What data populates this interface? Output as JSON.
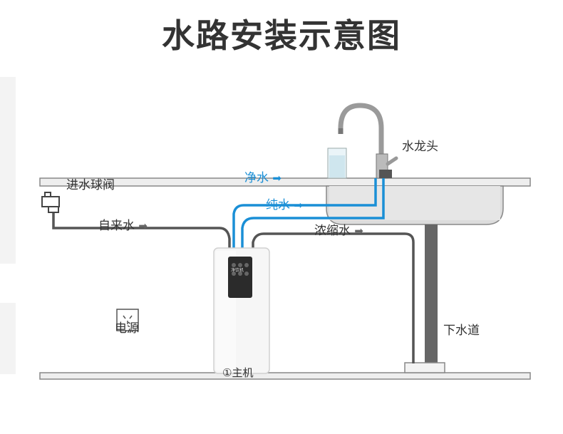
{
  "title": "水路安装示意图",
  "labels": {
    "faucet": "水龙头",
    "inlet_valve": "进水球阀",
    "tap_water": "自来水",
    "pure_water": "净水",
    "purified_water": "纯水",
    "concentrate": "浓缩水",
    "power": "电源",
    "drain": "下水道",
    "main_unit": "①主机",
    "device_screen": "净饮机"
  },
  "icons": {
    "arrow": "right-arrow-icon",
    "valve": "ball-valve-icon",
    "outlet": "power-outlet-icon"
  },
  "colors": {
    "pure_line": "#1a8fd6",
    "pipe_gray": "#555555",
    "counter": "#eeeeee"
  }
}
